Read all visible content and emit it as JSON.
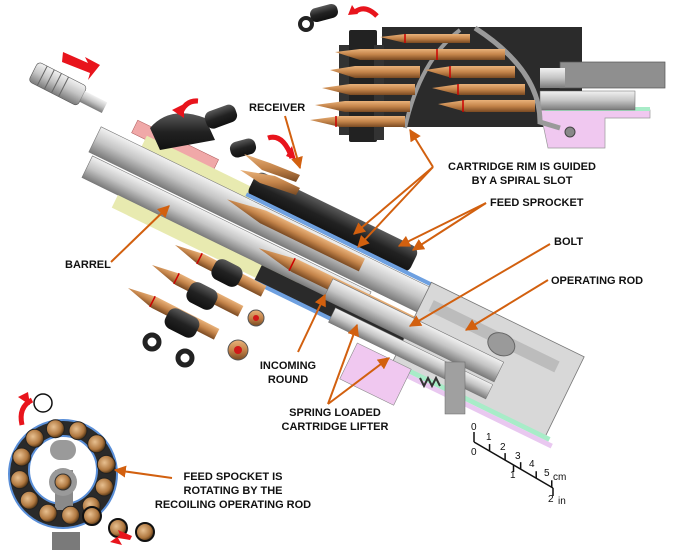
{
  "diagram": {
    "subject": "Machine gun belt feed mechanism cutaway",
    "labels": {
      "receiver": "RECEIVER",
      "barrel": "BARREL",
      "cartridge_rim": [
        "CARTRIDGE RIM IS GUIDED",
        "BY A SPIRAL SLOT"
      ],
      "feed_sprocket": "FEED SPROCKET",
      "bolt": "BOLT",
      "operating_rod": "OPERATING ROD",
      "incoming_round": [
        "INCOMING",
        "ROUND"
      ],
      "cartridge_lifter": [
        "SPRING LOADED",
        "CARTRIDGE LIFTER"
      ],
      "feed_spocket_note": [
        "FEED SPOCKET IS",
        "ROTATING BY THE",
        "RECOILING OPERATING ROD"
      ]
    },
    "scale": {
      "cm_ticks": [
        "0",
        "1",
        "2",
        "3",
        "4",
        "5"
      ],
      "cm_unit": "cm",
      "in_ticks": [
        "0",
        "1",
        "2"
      ],
      "in_unit": "in"
    },
    "colors": {
      "leader": "#d2600f",
      "arrow_red": "#e8141c",
      "brass": "#c8874a",
      "steel": "#bdbdbd",
      "dark": "#2a2a2a",
      "receiver_blue": "#6ea0e0",
      "pink": "#f0a0a0",
      "yellow": "#e8eab0",
      "mint": "#a8ecc8",
      "lilac": "#e9c8f0",
      "sprocket_ring": "#5a8fd8"
    }
  }
}
